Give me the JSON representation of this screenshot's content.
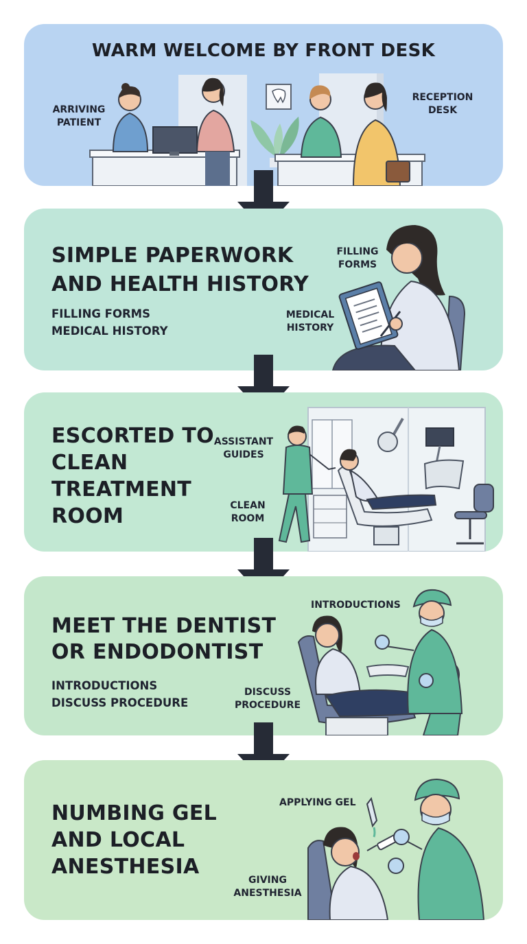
{
  "colors": {
    "arrow": "#262b36",
    "card1": "#b9d4f2",
    "card2": "#bfe6d9",
    "card3": "#c2e8d3",
    "card4": "#c4e7cb",
    "card5": "#c9e8c8",
    "text": "#1c1f26",
    "scrub": "#5fb89a"
  },
  "steps": [
    {
      "title": "WARM WELCOME BY FRONT DESK",
      "labels": {
        "arriving": "ARRIVING PATIENT",
        "reception": "RECEPTION DESK"
      },
      "icons": [
        "receptionist-figure",
        "patient-figure",
        "computer-monitor-icon",
        "tooth-sign-icon",
        "plant-icon"
      ]
    },
    {
      "title": "SIMPLE PAPERWORK AND HEALTH HISTORY",
      "subs": [
        "FILLING FORMS",
        "MEDICAL HISTORY"
      ],
      "labels": {
        "forms": "FILLING FORMS",
        "history": "MEDICAL HISTORY"
      },
      "icons": [
        "clipboard-icon",
        "pen-icon",
        "chair-icon"
      ]
    },
    {
      "title": "ESCORTED TO CLEAN TREATMENT ROOM",
      "labels": {
        "guides": "ASSISTANT GUIDES",
        "room": "CLEAN ROOM"
      },
      "icons": [
        "assistant-figure",
        "dental-chair-icon",
        "dental-lamp-icon",
        "monitor-icon",
        "stool-icon",
        "cabinet-icon"
      ]
    },
    {
      "title": "MEET THE DENTIST OR ENDODONTIST",
      "subs": [
        "INTRODUCTIONS",
        "DISCUSS PROCEDURE"
      ],
      "labels": {
        "intro": "INTRODUCTIONS",
        "discuss": "DISCUSS PROCEDURE"
      },
      "icons": [
        "dentist-figure",
        "patient-figure",
        "dental-chair-icon"
      ]
    },
    {
      "title": "NUMBING GEL AND LOCAL ANESTHESIA",
      "labels": {
        "gel": "APPLYING GEL",
        "anesthesia": "GIVING ANESTHESIA"
      },
      "icons": [
        "gel-applicator-icon",
        "syringe-icon",
        "dentist-figure",
        "patient-figure"
      ]
    }
  ]
}
